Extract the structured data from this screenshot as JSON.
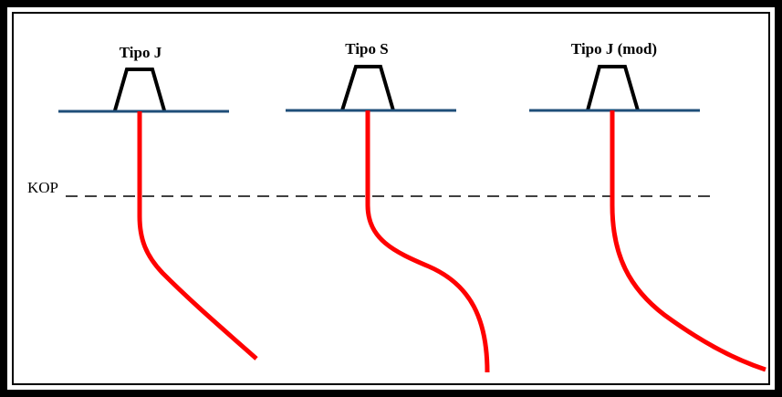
{
  "diagram": {
    "kop_label": "KOP",
    "wells": [
      {
        "title": "Tipo J"
      },
      {
        "title": "Tipo S"
      },
      {
        "title": "Tipo J (mod)"
      }
    ],
    "colors": {
      "frame": "#000000",
      "ground": "#1f4e79",
      "wellpath": "#ff0000",
      "rig": "#000000",
      "kop_line": "#000000"
    }
  }
}
